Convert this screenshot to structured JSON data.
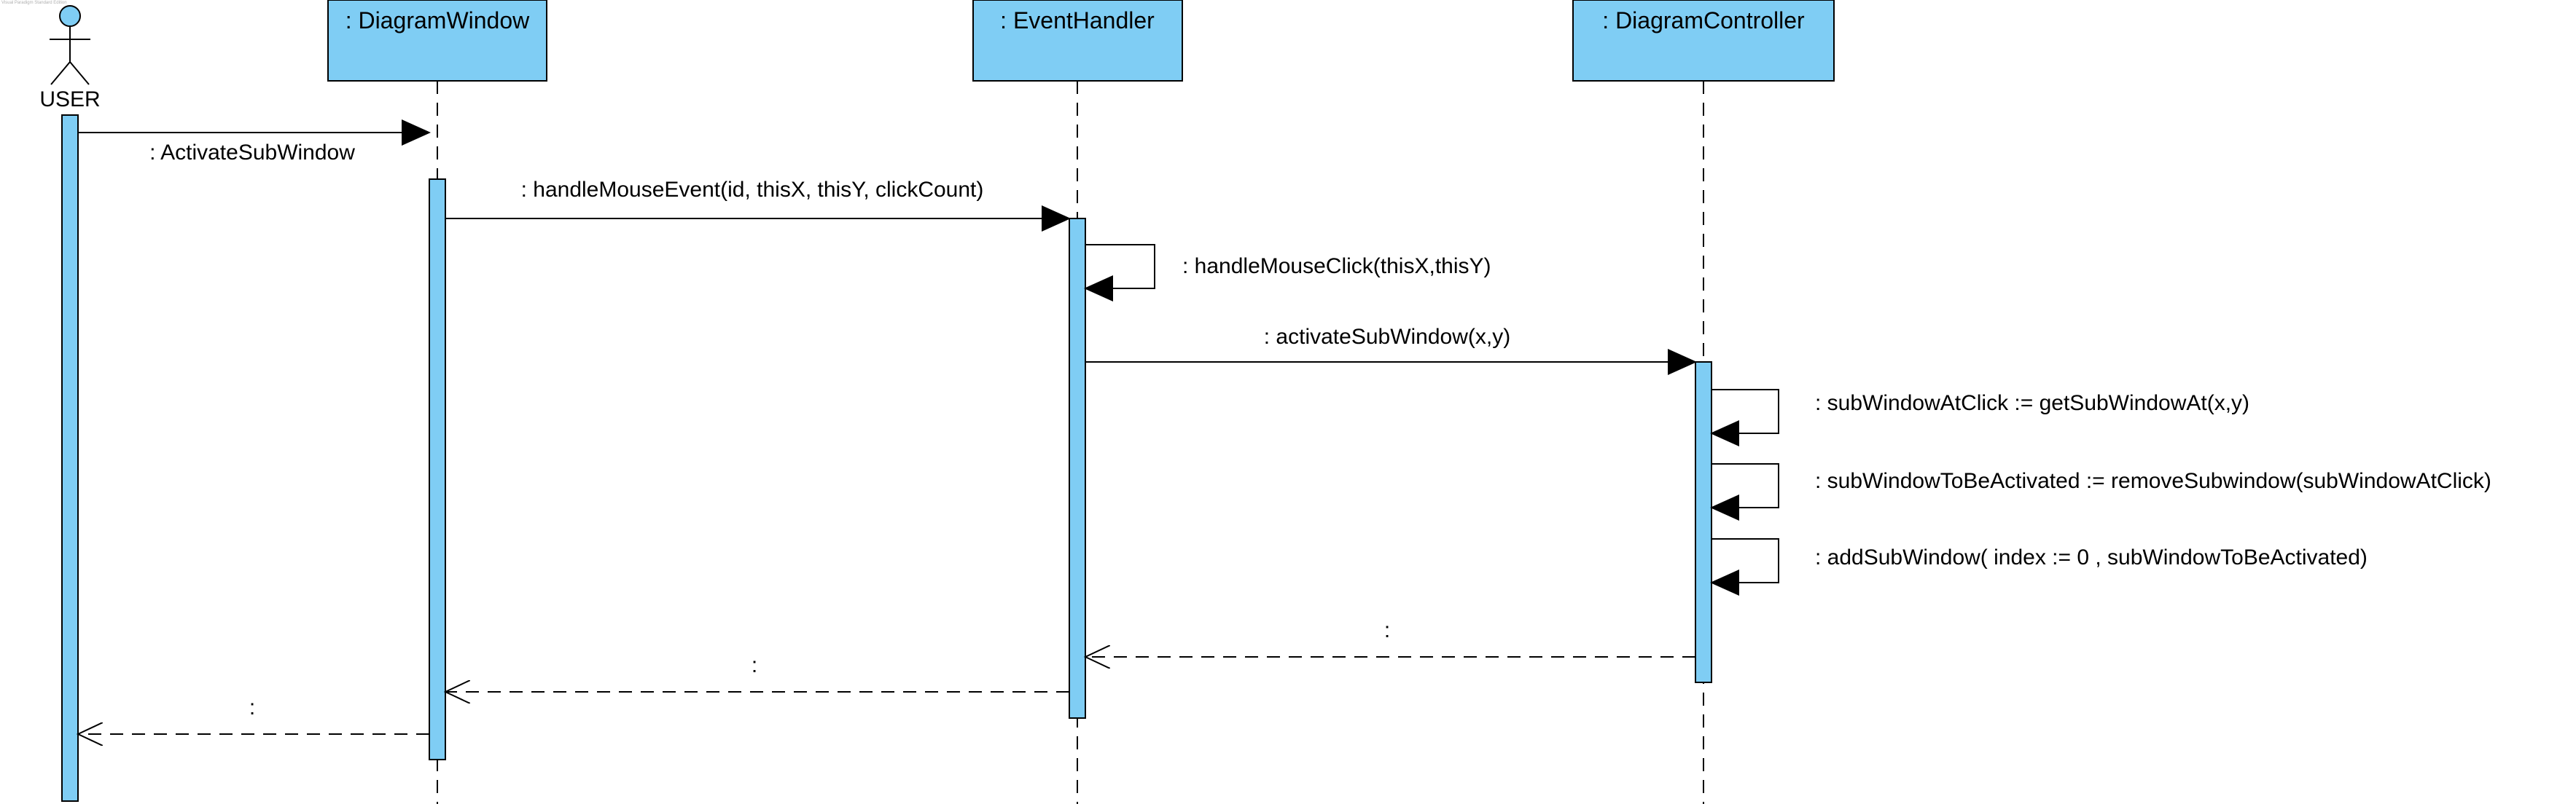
{
  "watermark": "Visual Paradigm Standard Edition",
  "colors": {
    "fill": "#7fcdf4",
    "stroke": "#000000",
    "background": "#ffffff"
  },
  "actor": {
    "name": "USER",
    "icon": "stick-figure-icon"
  },
  "lifelines": [
    {
      "id": "diagram-window",
      "label": ": DiagramWindow"
    },
    {
      "id": "event-handler",
      "label": ": EventHandler"
    },
    {
      "id": "diagram-controller",
      "label": ": DiagramController"
    }
  ],
  "messages": [
    {
      "id": "activate-sub-window-call",
      "label": ": ActivateSubWindow",
      "from": "user",
      "to": "diagram-window",
      "kind": "sync"
    },
    {
      "id": "handle-mouse-event-call",
      "label": ": handleMouseEvent(id, thisX, thisY, clickCount)",
      "from": "diagram-window",
      "to": "event-handler",
      "kind": "sync"
    },
    {
      "id": "handle-mouse-click-self-call",
      "label": ": handleMouseClick(thisX,thisY)",
      "from": "event-handler",
      "to": "event-handler",
      "kind": "self"
    },
    {
      "id": "activate-sub-window-xy-call",
      "label": ": activateSubWindow(x,y)",
      "from": "event-handler",
      "to": "diagram-controller",
      "kind": "sync"
    },
    {
      "id": "get-sub-window-at-self-call",
      "label": ": subWindowAtClick := getSubWindowAt(x,y)",
      "from": "diagram-controller",
      "to": "diagram-controller",
      "kind": "self"
    },
    {
      "id": "remove-subwindow-self-call",
      "label": ": subWindowToBeActivated := removeSubwindow(subWindowAtClick)",
      "from": "diagram-controller",
      "to": "diagram-controller",
      "kind": "self"
    },
    {
      "id": "add-sub-window-self-call",
      "label": ": addSubWindow( index := 0 , subWindowToBeActivated)",
      "from": "diagram-controller",
      "to": "diagram-controller",
      "kind": "self"
    },
    {
      "id": "controller-return",
      "label": ":",
      "from": "diagram-controller",
      "to": "event-handler",
      "kind": "return"
    },
    {
      "id": "event-handler-return",
      "label": ":",
      "from": "event-handler",
      "to": "diagram-window",
      "kind": "return"
    },
    {
      "id": "diagram-window-return",
      "label": ":",
      "from": "diagram-window",
      "to": "user",
      "kind": "return"
    }
  ]
}
